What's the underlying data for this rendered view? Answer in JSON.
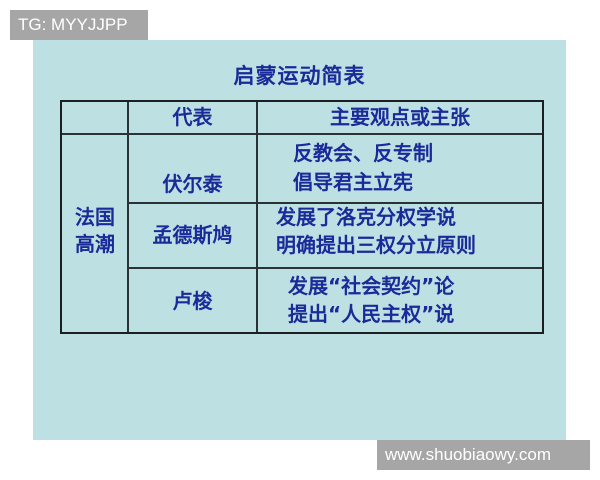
{
  "watermarks": {
    "top_left": "TG: MYYJJPP",
    "bottom_right": "www.shuobiaowy.com"
  },
  "slide": {
    "title": "启蒙运动简表",
    "colors": {
      "background": "#bde0e3",
      "text": "#1a2a99",
      "border": "#1b1f22"
    },
    "table": {
      "headers": [
        "",
        "代表",
        "主要观点或主张"
      ],
      "group": {
        "label_line1": "法国",
        "label_line2": "高潮"
      },
      "rows": [
        {
          "representative": "伏尔泰",
          "views": [
            "反教会、反专制",
            "倡导君主立宪"
          ]
        },
        {
          "representative": "孟德斯鸠",
          "views": [
            "发展了洛克分权学说",
            "明确提出三权分立原则"
          ]
        },
        {
          "representative": "卢梭",
          "views": [
            "发展“社会契约”论",
            "提出“人民主权”说"
          ]
        }
      ]
    }
  }
}
